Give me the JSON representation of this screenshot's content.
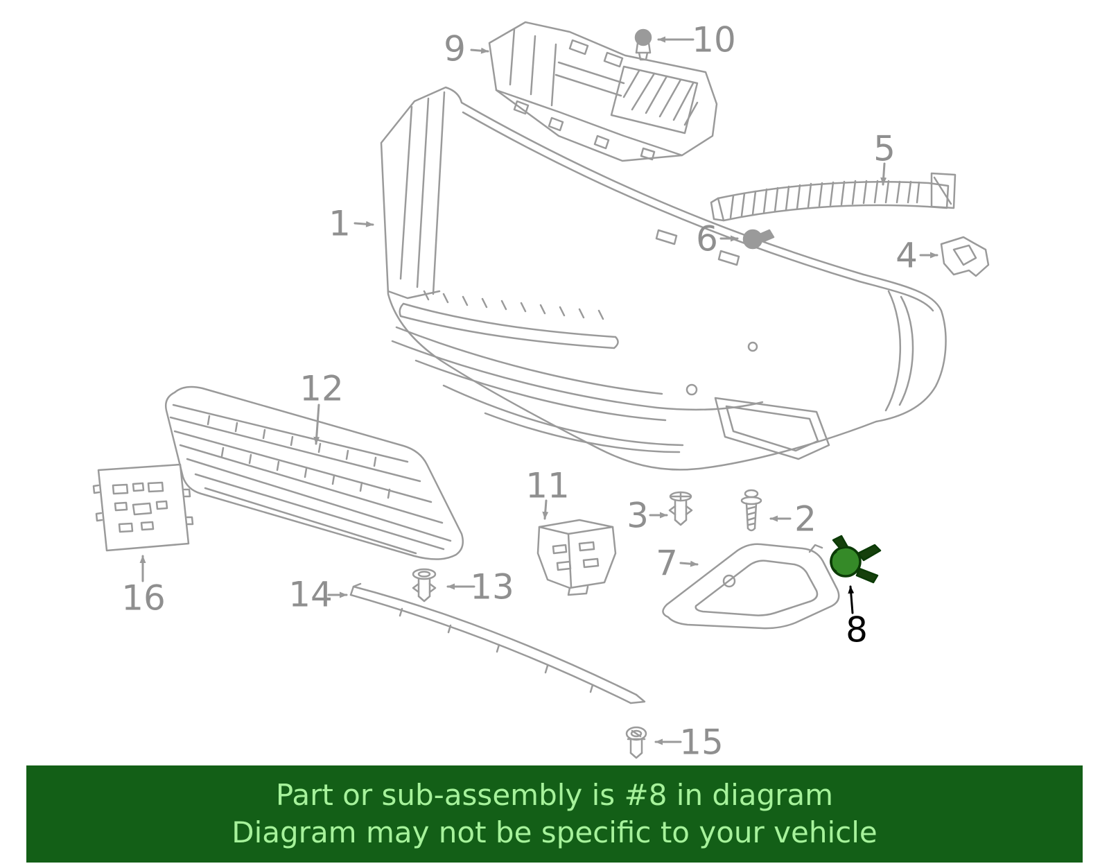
{
  "colors": {
    "diagram_line": "#9a9a9a",
    "callout_text": "#8f8f8f",
    "highlight_fill": "#358a28",
    "highlight_dark": "#16400c",
    "highlight_stroke": "#0b3a06",
    "callout_highlight_text": "#000000",
    "banner_background": "#135f17",
    "banner_text": "#a6f29b"
  },
  "banner": {
    "line1": "Part or sub-assembly is #8 in diagram",
    "line2": "Diagram may not be specific to your vehicle"
  },
  "diagram": {
    "description": "Exploded parts diagram of a front bumper assembly",
    "highlighted_part_number": "8",
    "labels": [
      {
        "name": "front-bumper-cover",
        "text": "1"
      },
      {
        "name": "bolt",
        "text": "2"
      },
      {
        "name": "clip",
        "text": "3"
      },
      {
        "name": "side-bracket",
        "text": "4"
      },
      {
        "name": "bumper-reinforcement",
        "text": "5"
      },
      {
        "name": "parking-sensor",
        "text": "6"
      },
      {
        "name": "fog-light-bezel",
        "text": "7"
      },
      {
        "name": "sensor-retainer-clip-highlighted",
        "text": "8"
      },
      {
        "name": "upper-grille-shroud",
        "text": "9"
      },
      {
        "name": "bolt",
        "text": "10"
      },
      {
        "name": "center-bracket",
        "text": "11"
      },
      {
        "name": "lower-grille",
        "text": "12"
      },
      {
        "name": "clip",
        "text": "13"
      },
      {
        "name": "lower-trim-strip",
        "text": "14"
      },
      {
        "name": "clip",
        "text": "15"
      },
      {
        "name": "license-plate-bracket",
        "text": "16"
      }
    ]
  }
}
